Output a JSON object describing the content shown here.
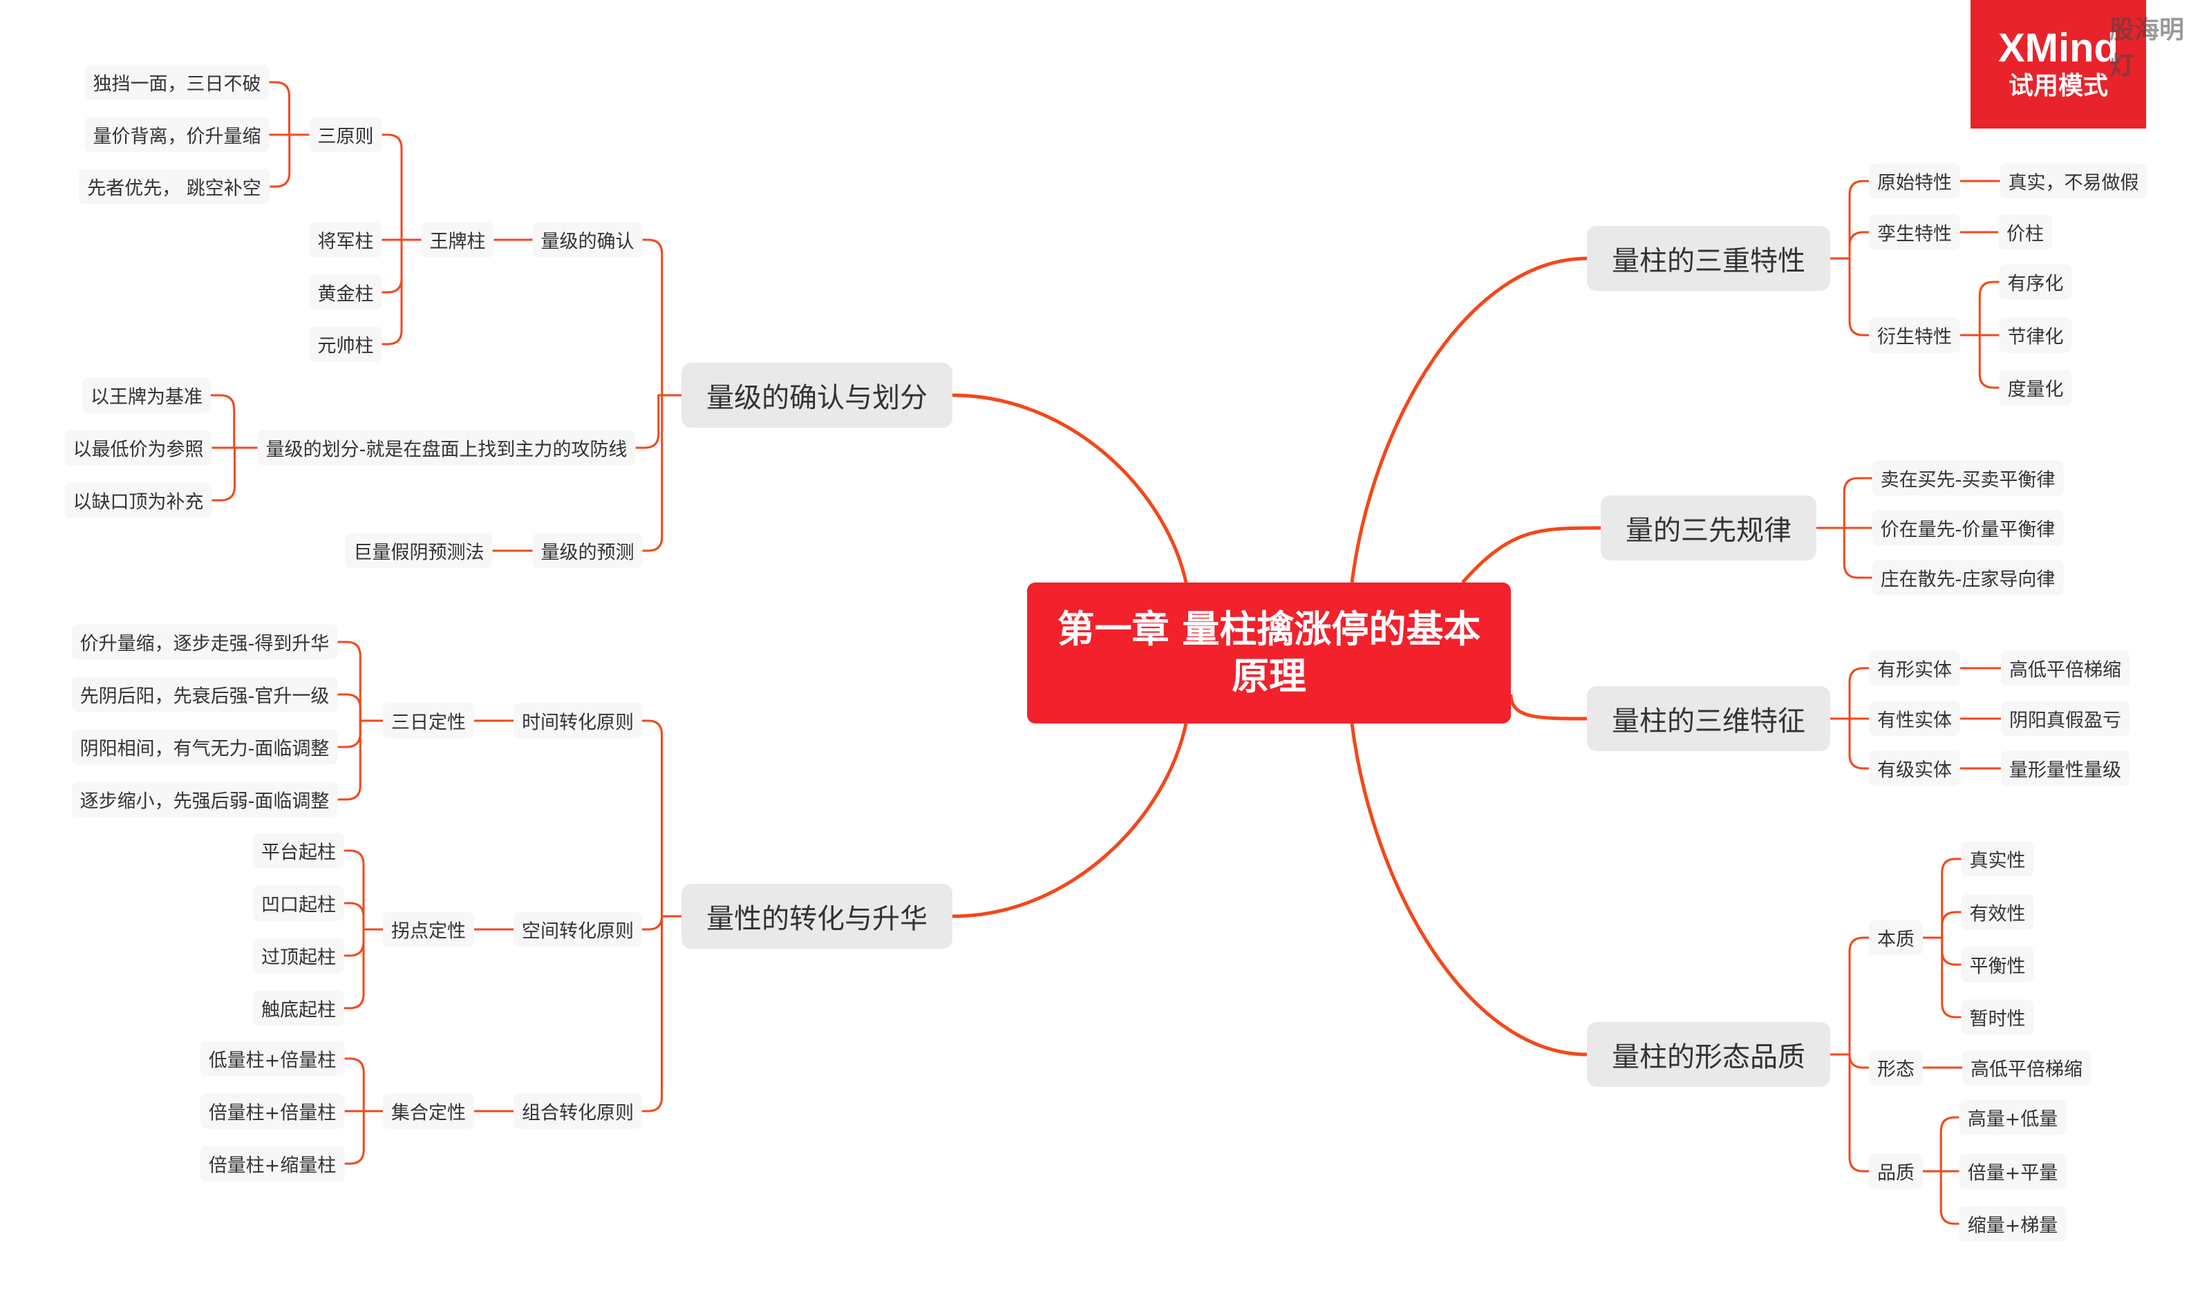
{
  "central": "第一章  量柱擒涨停的基本原理",
  "badge": {
    "brand": "XMind",
    "mode": "试用模式"
  },
  "watermark": "股海明灯",
  "colors": {
    "line": "#f4471a",
    "central": "#f2212c",
    "badge": "#e8232b",
    "main_bg": "#e9e9e9",
    "leaf_bg": "#f7f7f7"
  },
  "nodes": [
    {
      "id": "b1",
      "text": "量级的确认与划分",
      "parent": "c",
      "level": 1
    },
    {
      "id": "b1a",
      "text": "量级的确认",
      "parent": "b1",
      "level": 2
    },
    {
      "id": "b1a1",
      "text": "王牌柱",
      "parent": "b1a",
      "level": 2
    },
    {
      "id": "b1a1a",
      "text": "三原则",
      "parent": "b1a1",
      "level": 2
    },
    {
      "id": "b1a1a1",
      "text": "独挡一面，三日不破",
      "parent": "b1a1a",
      "level": 2
    },
    {
      "id": "b1a1a2",
      "text": "量价背离，价升量缩",
      "parent": "b1a1a",
      "level": 2
    },
    {
      "id": "b1a1a3",
      "text": "先者优先，  跳空补空",
      "parent": "b1a1a",
      "level": 2
    },
    {
      "id": "b1a1b",
      "text": "将军柱",
      "parent": "b1a1",
      "level": 2
    },
    {
      "id": "b1a1c",
      "text": "黄金柱",
      "parent": "b1a1",
      "level": 2
    },
    {
      "id": "b1a1d",
      "text": "元帅柱",
      "parent": "b1a1",
      "level": 2
    },
    {
      "id": "b1b",
      "text": "量级的划分-就是在盘面上找到主力的攻防线",
      "parent": "b1",
      "level": 2
    },
    {
      "id": "b1b1",
      "text": "以王牌为基准",
      "parent": "b1b",
      "level": 2
    },
    {
      "id": "b1b2",
      "text": "以最低价为参照",
      "parent": "b1b",
      "level": 2
    },
    {
      "id": "b1b3",
      "text": "以缺口顶为补充",
      "parent": "b1b",
      "level": 2
    },
    {
      "id": "b1c",
      "text": "量级的预测",
      "parent": "b1",
      "level": 2
    },
    {
      "id": "b1c1",
      "text": "巨量假阴预测法",
      "parent": "b1c",
      "level": 2
    },
    {
      "id": "b2",
      "text": "量性的转化与升华",
      "parent": "c",
      "level": 1
    },
    {
      "id": "b2a",
      "text": "时间转化原则",
      "parent": "b2",
      "level": 2
    },
    {
      "id": "b2a1",
      "text": "三日定性",
      "parent": "b2a",
      "level": 2
    },
    {
      "id": "b2a1a",
      "text": "价升量缩，逐步走强-得到升华",
      "parent": "b2a1",
      "level": 2
    },
    {
      "id": "b2a1b",
      "text": "先阴后阳，先衰后强-官升一级",
      "parent": "b2a1",
      "level": 2
    },
    {
      "id": "b2a1c",
      "text": "阴阳相间，有气无力-面临调整",
      "parent": "b2a1",
      "level": 2
    },
    {
      "id": "b2a1d",
      "text": "逐步缩小，先强后弱-面临调整",
      "parent": "b2a1",
      "level": 2
    },
    {
      "id": "b2b",
      "text": "空间转化原则",
      "parent": "b2",
      "level": 2
    },
    {
      "id": "b2b1",
      "text": "拐点定性",
      "parent": "b2b",
      "level": 2
    },
    {
      "id": "b2b1a",
      "text": "平台起柱",
      "parent": "b2b1",
      "level": 2
    },
    {
      "id": "b2b1b",
      "text": "凹口起柱",
      "parent": "b2b1",
      "level": 2
    },
    {
      "id": "b2b1c",
      "text": "过顶起柱",
      "parent": "b2b1",
      "level": 2
    },
    {
      "id": "b2b1d",
      "text": "触底起柱",
      "parent": "b2b1",
      "level": 2
    },
    {
      "id": "b2c",
      "text": "组合转化原则",
      "parent": "b2",
      "level": 2
    },
    {
      "id": "b2c1",
      "text": "集合定性",
      "parent": "b2c",
      "level": 2
    },
    {
      "id": "b2c1a",
      "text": "低量柱+倍量柱",
      "parent": "b2c1",
      "level": 2
    },
    {
      "id": "b2c1b",
      "text": "倍量柱+倍量柱",
      "parent": "b2c1",
      "level": 2
    },
    {
      "id": "b2c1c",
      "text": "倍量柱+缩量柱",
      "parent": "b2c1",
      "level": 2
    },
    {
      "id": "r1",
      "text": "量柱的三重特性",
      "parent": "c",
      "level": 1
    },
    {
      "id": "r1a",
      "text": "原始特性",
      "parent": "r1",
      "level": 2
    },
    {
      "id": "r1a1",
      "text": "真实，不易做假",
      "parent": "r1a",
      "level": 2
    },
    {
      "id": "r1b",
      "text": "孪生特性",
      "parent": "r1",
      "level": 2
    },
    {
      "id": "r1b1",
      "text": "价柱",
      "parent": "r1b",
      "level": 2
    },
    {
      "id": "r1c",
      "text": "衍生特性",
      "parent": "r1",
      "level": 2
    },
    {
      "id": "r1c1",
      "text": "有序化",
      "parent": "r1c",
      "level": 2
    },
    {
      "id": "r1c2",
      "text": "节律化",
      "parent": "r1c",
      "level": 2
    },
    {
      "id": "r1c3",
      "text": "度量化",
      "parent": "r1c",
      "level": 2
    },
    {
      "id": "r2",
      "text": "量的三先规律",
      "parent": "c",
      "level": 1
    },
    {
      "id": "r2a",
      "text": "卖在买先-买卖平衡律",
      "parent": "r2",
      "level": 2
    },
    {
      "id": "r2b",
      "text": "价在量先-价量平衡律",
      "parent": "r2",
      "level": 2
    },
    {
      "id": "r2c",
      "text": "庄在散先-庄家导向律",
      "parent": "r2",
      "level": 2
    },
    {
      "id": "r3",
      "text": "量柱的三维特征",
      "parent": "c",
      "level": 1
    },
    {
      "id": "r3a",
      "text": "有形实体",
      "parent": "r3",
      "level": 2
    },
    {
      "id": "r3a1",
      "text": "高低平倍梯缩",
      "parent": "r3a",
      "level": 2
    },
    {
      "id": "r3b",
      "text": "有性实体",
      "parent": "r3",
      "level": 2
    },
    {
      "id": "r3b1",
      "text": "阴阳真假盈亏",
      "parent": "r3b",
      "level": 2
    },
    {
      "id": "r3c",
      "text": "有级实体",
      "parent": "r3",
      "level": 2
    },
    {
      "id": "r3c1",
      "text": "量形量性量级",
      "parent": "r3c",
      "level": 2
    },
    {
      "id": "r4",
      "text": "量柱的形态品质",
      "parent": "c",
      "level": 1
    },
    {
      "id": "r4a",
      "text": "本质",
      "parent": "r4",
      "level": 2
    },
    {
      "id": "r4a1",
      "text": "真实性",
      "parent": "r4a",
      "level": 2
    },
    {
      "id": "r4a2",
      "text": "有效性",
      "parent": "r4a",
      "level": 2
    },
    {
      "id": "r4a3",
      "text": "平衡性",
      "parent": "r4a",
      "level": 2
    },
    {
      "id": "r4a4",
      "text": "暂时性",
      "parent": "r4a",
      "level": 2
    },
    {
      "id": "r4b",
      "text": "形态",
      "parent": "r4",
      "level": 2
    },
    {
      "id": "r4b1",
      "text": "高低平倍梯缩",
      "parent": "r4b",
      "level": 2
    },
    {
      "id": "r4c",
      "text": "品质",
      "parent": "r4",
      "level": 2
    },
    {
      "id": "r4c1",
      "text": "高量+低量",
      "parent": "r4c",
      "level": 2
    },
    {
      "id": "r4c2",
      "text": "倍量+平量",
      "parent": "r4c",
      "level": 2
    },
    {
      "id": "r4c3",
      "text": "缩量+梯量",
      "parent": "r4c",
      "level": 2
    }
  ]
}
